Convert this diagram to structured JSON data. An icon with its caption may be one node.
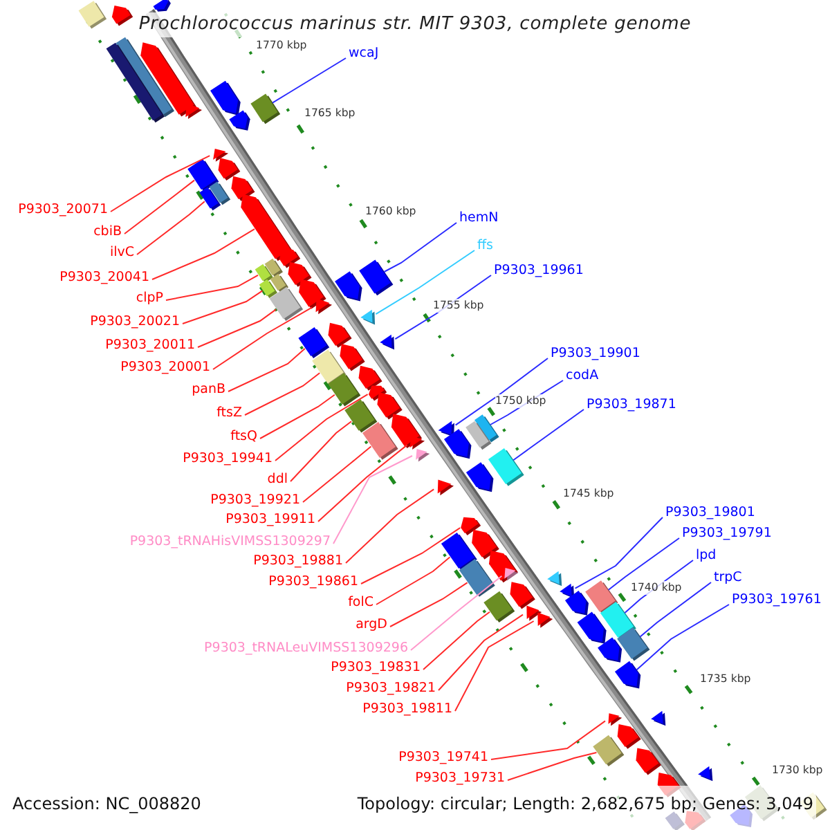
{
  "diagram": {
    "title": "Prochlorococcus marinus str. MIT 9303, complete genome",
    "nodes": [
      {
        "text": [
          "wcaJ"
        ]
      },
      {
        "text": [
          "P9303_20071"
        ]
      },
      {
        "text": [
          "hemN"
        ]
      },
      {
        "text": [
          "cbiB"
        ]
      },
      {
        "text": [
          "ffs"
        ]
      },
      {
        "text": [
          "ilvC"
        ]
      },
      {
        "text": [
          "P9303_19961"
        ]
      },
      {
        "text": [
          "P9303_20041"
        ]
      },
      {
        "text": [
          "clpP"
        ]
      },
      {
        "text": [
          "P9303_20021"
        ]
      },
      {
        "text": [
          "P9303_20011"
        ]
      },
      {
        "text": [
          "P9303_19901"
        ]
      },
      {
        "text": [
          "P9303_20001"
        ]
      },
      {
        "text": [
          "codA"
        ]
      },
      {
        "text": [
          "panB"
        ]
      },
      {
        "text": [
          "P9303_19871"
        ]
      },
      {
        "text": [
          "ftsZ"
        ]
      },
      {
        "text": [
          "ftsQ"
        ]
      },
      {
        "text": [
          "P9303_19941"
        ]
      },
      {
        "text": [
          "ddl"
        ]
      },
      {
        "text": [
          "P9303_19921"
        ]
      },
      {
        "text": [
          "P9303_19801"
        ]
      },
      {
        "text": [
          "P9303_19911"
        ]
      },
      {
        "text": [
          "P9303_19791"
        ]
      },
      {
        "text": [
          "P9303_tRNAHisVIMSS1309297"
        ]
      },
      {
        "text": [
          "lpd"
        ]
      },
      {
        "text": [
          "P9303_19881"
        ]
      },
      {
        "text": [
          "trpC"
        ]
      },
      {
        "text": [
          "P9303_19861"
        ]
      },
      {
        "text": [
          "P9303_19761"
        ]
      },
      {
        "text": [
          "folC"
        ]
      },
      {
        "text": [
          "argD"
        ]
      },
      {
        "text": [
          "P9303_tRNALeuVIMSS1309296"
        ]
      },
      {
        "text": [
          "P9303_19831"
        ]
      },
      {
        "text": [
          "P9303_19821"
        ]
      },
      {
        "text": [
          "P9303_19811"
        ]
      },
      {
        "text": [
          "P9303_19741"
        ]
      },
      {
        "text": [
          "P9303_19731"
        ]
      },
      {
        "text": [],
        "shape": "pentagon"
      },
      {
        "text": [],
        "shape": "pentagon"
      },
      {
        "text": [],
        "shape": "box"
      },
      {
        "text": [],
        "shape": "box"
      },
      {
        "text": [],
        "shape": "pentagon"
      },
      {
        "text": [],
        "shape": "box"
      },
      {
        "text": [],
        "shape": "pentagon"
      },
      {
        "text": [],
        "shape": "triangle"
      },
      {
        "text": [],
        "shape": "box"
      },
      {
        "text": [],
        "shape": "pentagon"
      },
      {
        "text": [],
        "shape": "triangle"
      },
      {
        "text": [],
        "shape": "pentagon"
      },
      {
        "text": [],
        "shape": "box"
      },
      {
        "text": [],
        "shape": "pentagon"
      },
      {
        "text": [],
        "shape": "box"
      },
      {
        "text": [],
        "shape": "box"
      },
      {
        "text": [],
        "shape": "pentagon"
      },
      {
        "text": [],
        "shape": "pentagon"
      },
      {
        "text": [],
        "shape": "box"
      },
      {
        "text": [],
        "shape": "pentagon"
      },
      {
        "text": [],
        "shape": "box"
      },
      {
        "text": [],
        "shape": "box"
      },
      {
        "text": [],
        "shape": "box"
      },
      {
        "text": [],
        "shape": "box"
      },
      {
        "text": [],
        "shape": "pentagon"
      },
      {
        "text": [],
        "shape": "pentagon"
      },
      {
        "text": [],
        "shape": "box"
      },
      {
        "text": [],
        "shape": "triangle"
      },
      {
        "text": [],
        "shape": "triangle"
      },
      {
        "text": [],
        "shape": "pentagon"
      },
      {
        "text": [],
        "shape": "box"
      },
      {
        "text": [],
        "shape": "triangle"
      },
      {
        "text": [],
        "shape": "pentagon"
      },
      {
        "text": [],
        "shape": "box"
      },
      {
        "text": [],
        "shape": "pentagon"
      },
      {
        "text": [],
        "shape": "box"
      },
      {
        "text": [],
        "shape": "pentagon"
      },
      {
        "text": [],
        "shape": "pentagon"
      },
      {
        "text": [],
        "shape": "box"
      },
      {
        "text": [],
        "shape": "pentagon"
      },
      {
        "text": [],
        "shape": "box"
      },
      {
        "text": [],
        "shape": "triangle"
      },
      {
        "text": [],
        "shape": "box"
      },
      {
        "text": [],
        "shape": "box"
      },
      {
        "text": [],
        "shape": "triangle"
      },
      {
        "text": [],
        "shape": "pentagon"
      },
      {
        "text": [],
        "shape": "triangle"
      },
      {
        "text": [],
        "shape": "box"
      },
      {
        "text": [],
        "shape": "pentagon"
      },
      {
        "text": [],
        "shape": "triangle"
      },
      {
        "text": [],
        "shape": "pentagon"
      },
      {
        "text": [],
        "shape": "pentagon"
      },
      {
        "text": [],
        "shape": "box"
      },
      {
        "text": [],
        "shape": "pentagon"
      },
      {
        "text": [],
        "shape": "triangle"
      },
      {
        "text": [],
        "shape": "box"
      },
      {
        "text": [],
        "shape": "triangle"
      },
      {
        "text": [],
        "shape": "pentagon"
      },
      {
        "text": [],
        "shape": "triangle"
      },
      {
        "text": [],
        "shape": "box"
      },
      {
        "text": [],
        "shape": "pentagon"
      },
      {
        "text": [],
        "shape": "box"
      },
      {
        "text": [],
        "shape": "triangle"
      },
      {
        "text": [],
        "shape": "triangle"
      },
      {
        "text": [],
        "shape": "box"
      },
      {
        "text": [],
        "shape": "pentagon"
      },
      {
        "text": [],
        "shape": "box"
      },
      {
        "text": [],
        "shape": "pentagon"
      },
      {
        "text": [],
        "shape": "pentagon"
      },
      {
        "text": [],
        "shape": "triangle"
      },
      {
        "text": [],
        "shape": "triangle"
      },
      {
        "text": [],
        "shape": "pentagon"
      },
      {
        "text": [],
        "shape": "box"
      },
      {
        "text": [],
        "shape": "pentagon"
      },
      {
        "text": [],
        "shape": "triangle"
      },
      {
        "text": [],
        "shape": "pentagon"
      },
      {
        "text": [],
        "shape": "box"
      },
      {
        "text": [],
        "shape": "box"
      },
      {
        "text": [],
        "shape": "pentagon"
      },
      {
        "text": [],
        "shape": "pentagon"
      },
      {
        "text": [],
        "shape": "box"
      }
    ],
    "edges": [
      {
        "from": 0,
        "to": 46,
        "arrow": "none",
        "color": "#2b2bff"
      },
      {
        "from": 1,
        "to": 48,
        "arrow": "none"
      },
      {
        "from": 2,
        "to": 59,
        "arrow": "none",
        "color": "#2b2bff"
      },
      {
        "from": 3,
        "to": 50,
        "arrow": "none"
      },
      {
        "from": 4,
        "to": 66,
        "arrow": "none",
        "color": "#33ccff"
      },
      {
        "from": 5,
        "to": 53,
        "arrow": "none"
      },
      {
        "from": 6,
        "to": 69,
        "arrow": "none",
        "color": "#2b2bff"
      },
      {
        "from": 7,
        "to": 54,
        "arrow": "none"
      },
      {
        "from": 8,
        "to": 58,
        "arrow": "none"
      },
      {
        "from": 9,
        "to": 61,
        "arrow": "none"
      },
      {
        "from": 10,
        "to": 64,
        "arrow": "none"
      },
      {
        "from": 11,
        "to": 79,
        "arrow": "none",
        "color": "#2b2bff"
      },
      {
        "from": 12,
        "to": 65,
        "arrow": "none"
      },
      {
        "from": 13,
        "to": 78,
        "arrow": "none",
        "color": "#2b2bff"
      },
      {
        "from": 14,
        "to": 68,
        "arrow": "none"
      },
      {
        "from": 15,
        "to": 85,
        "arrow": "none",
        "color": "#2b2bff"
      },
      {
        "from": 16,
        "to": 71,
        "arrow": "none"
      },
      {
        "from": 17,
        "to": 73,
        "arrow": "none"
      },
      {
        "from": 18,
        "to": 74,
        "arrow": "none"
      },
      {
        "from": 19,
        "to": 76,
        "arrow": "none"
      },
      {
        "from": 20,
        "to": 81,
        "arrow": "none"
      },
      {
        "from": 21,
        "to": 96,
        "arrow": "none",
        "color": "#2b2bff"
      },
      {
        "from": 22,
        "to": 82,
        "arrow": "none"
      },
      {
        "from": 23,
        "to": 97,
        "arrow": "none",
        "color": "#2b2bff"
      },
      {
        "from": 24,
        "to": 84,
        "arrow": "none",
        "color": "#ff99cc"
      },
      {
        "from": 25,
        "to": 102,
        "arrow": "none",
        "color": "#2b2bff"
      },
      {
        "from": 26,
        "to": 87,
        "arrow": "none"
      },
      {
        "from": 27,
        "to": 104,
        "arrow": "none",
        "color": "#2b2bff"
      },
      {
        "from": 28,
        "to": 88,
        "arrow": "none"
      },
      {
        "from": 29,
        "to": 106,
        "arrow": "none",
        "color": "#2b2bff"
      },
      {
        "from": 30,
        "to": 90,
        "arrow": "none"
      },
      {
        "from": 31,
        "to": 93,
        "arrow": "none"
      },
      {
        "from": 32,
        "to": 92,
        "arrow": "none",
        "color": "#ff99cc"
      },
      {
        "from": 33,
        "to": 99,
        "arrow": "none"
      },
      {
        "from": 34,
        "to": 100,
        "arrow": "none"
      },
      {
        "from": 35,
        "to": 101,
        "arrow": "none"
      },
      {
        "from": 36,
        "to": 107,
        "arrow": "none"
      },
      {
        "from": 37,
        "to": 110,
        "arrow": "none"
      }
    ],
    "labels": [
      "1770 kbp",
      "1765 kbp",
      "1760 kbp",
      "1755 kbp",
      "1750 kbp",
      "1745 kbp",
      "1740 kbp",
      "1735 kbp",
      "1730 kbp",
      "Accession: NC_008820",
      "Topology: circular; Length: 2,682,675 bp; Genes: 3,049"
    ]
  }
}
